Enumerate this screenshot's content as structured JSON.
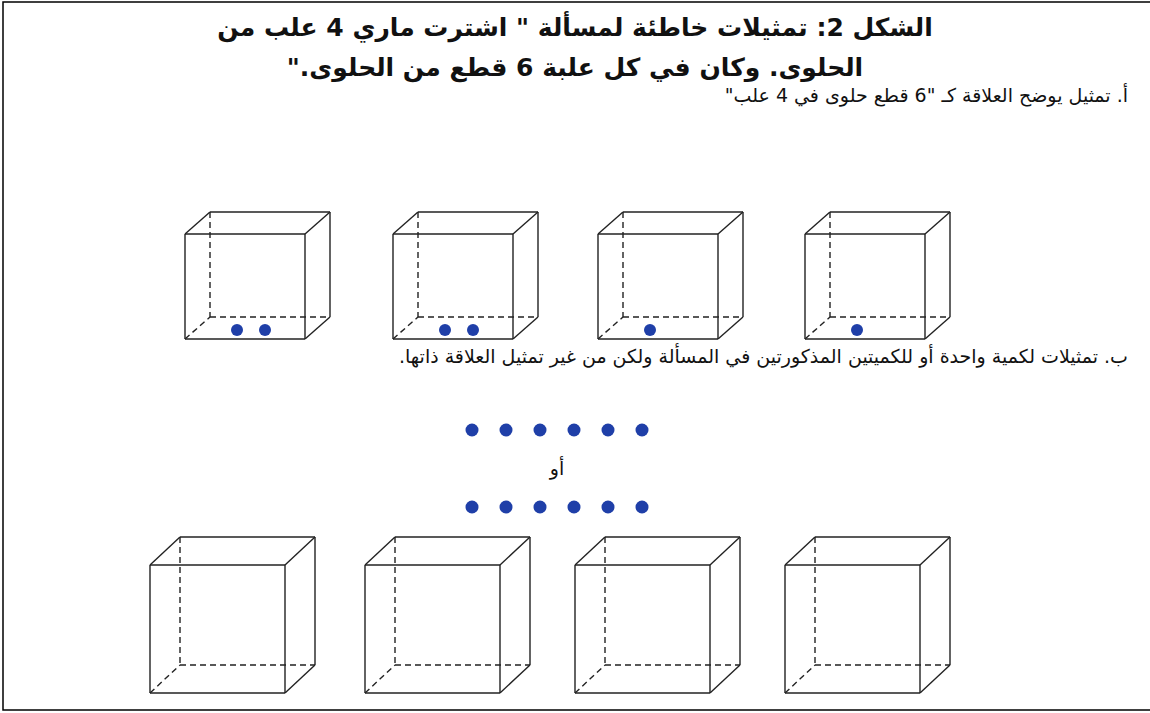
{
  "diagram": {
    "title": "الشكل 2: تمثيلات خاطئة لمسألة \" اشترت ماري 4 علب من الحلوى. وكان في كل علبة 6 قطع من الحلوى.\"",
    "labels": [
      "أ. تمثيل يوضح العلاقة كـ \"6 قطع حلوى في 4 علب\"",
      "ب. تمثيلات لكمية واحدة أو للكميتين المذكورتين في المسألة ولكن من غير تمثيل العلاقة ذاتها.",
      "أو"
    ]
  }
}
